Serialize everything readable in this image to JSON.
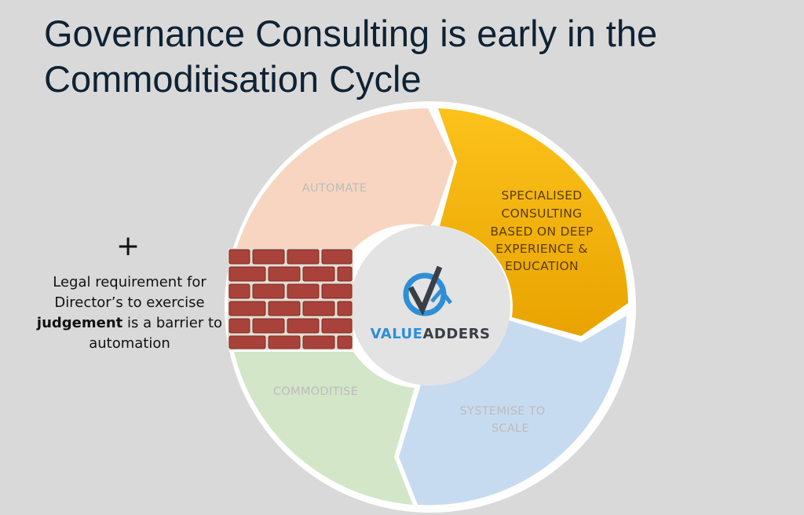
{
  "title": {
    "line1": "Governance Consulting is early in the",
    "line2": "Commoditisation Cycle"
  },
  "cycle": {
    "automate": "AUTOMATE",
    "specialised": [
      "SPECIALISED",
      "CONSULTING",
      "BASED ON DEEP",
      "EXPERIENCE &",
      "EDUCATION"
    ],
    "systemise": [
      "SYSTEMISE TO",
      "SCALE"
    ],
    "commoditise": "COMMODITISE"
  },
  "center_logo": {
    "word1": "VALUE",
    "word2": "ADDERS"
  },
  "side_note": {
    "plus": "+",
    "line1": "Legal requirement for",
    "line2": "Director’s to exercise",
    "bold": "judgement",
    "line3_rest": " is a barrier to",
    "line4": "automation"
  },
  "colors": {
    "background": "#d9d9d9",
    "automate": "#f7d5c0",
    "specialised": "#f5b800",
    "systemise": "#c7dbf0",
    "commoditise": "#d3e6c7",
    "logo_blue": "#2f8fd6",
    "logo_dark": "#3a3f47",
    "brick": "#a9423a"
  },
  "icons": [
    "plus-icon",
    "brick-wall-image",
    "valueadders-logo-icon"
  ]
}
